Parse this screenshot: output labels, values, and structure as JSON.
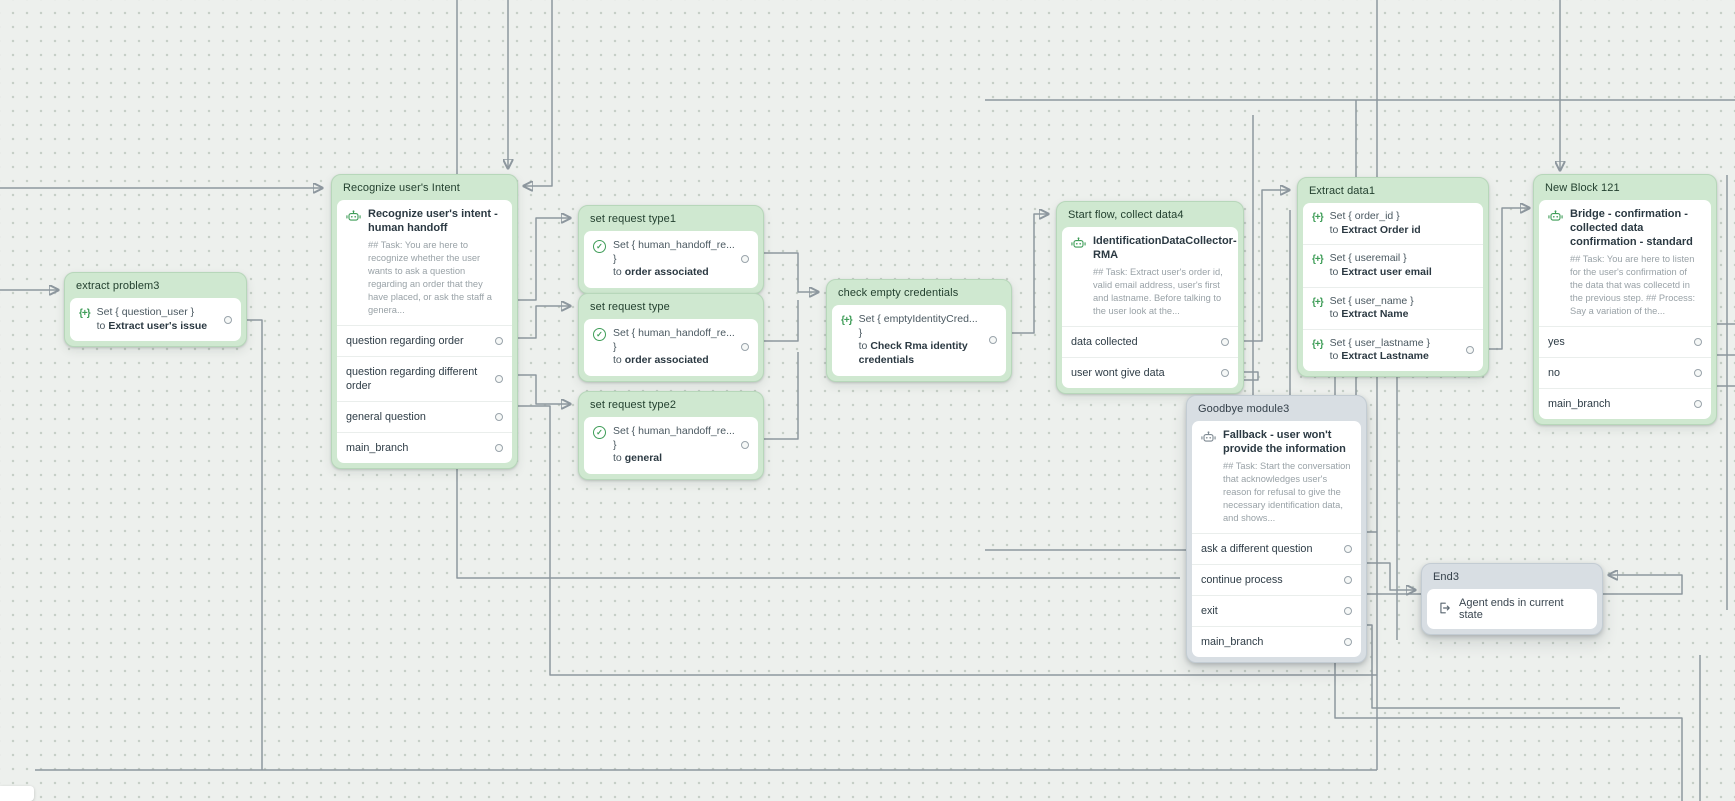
{
  "canvas": {
    "background": "#edf0ed",
    "dot_color": "#c6cfc7",
    "edge_color": "#8d979e",
    "accent_green": "#3f9d58",
    "block_green": "#cfe8d0",
    "block_gray": "#d8dee3"
  },
  "icons": {
    "set_variable": "{+}",
    "check": "✓"
  },
  "blocks": [
    {
      "id": "extract-problem3",
      "title": "extract problem3",
      "variant": "green",
      "items": [
        {
          "icon": "set-variable-icon",
          "line1": "Set { question_user }",
          "to": "to",
          "value": "Extract user's issue",
          "port": true
        }
      ]
    },
    {
      "id": "recognize-users-intent",
      "title": "Recognize user's Intent",
      "variant": "green",
      "agent": {
        "icon": "agent-icon",
        "name": "Recognize user's intent - human handoff",
        "description": "## Task: You are here to recognize whether the user wants to ask a question regarding an order that they have placed, or ask the staff a genera..."
      },
      "branches": [
        {
          "label": "question regarding order",
          "port": true
        },
        {
          "label": "question regarding different order",
          "port": true
        },
        {
          "label": "general question",
          "port": true
        },
        {
          "label": "main_branch",
          "port": true
        }
      ]
    },
    {
      "id": "set-request-type1",
      "title": "set request type1",
      "variant": "green",
      "items": [
        {
          "icon": "check-circle-icon",
          "line1": "Set { human_handoff_re... }",
          "to": "to",
          "value": "order associated",
          "port": true
        }
      ]
    },
    {
      "id": "set-request-type",
      "title": "set request type",
      "variant": "green",
      "items": [
        {
          "icon": "check-circle-icon",
          "line1": "Set { human_handoff_re... }",
          "to": "to",
          "value": "order associated",
          "port": true
        }
      ]
    },
    {
      "id": "set-request-type2",
      "title": "set request type2",
      "variant": "green",
      "items": [
        {
          "icon": "check-circle-icon",
          "line1": "Set { human_handoff_re... }",
          "to": "to",
          "value": "general",
          "port": true
        }
      ]
    },
    {
      "id": "check-empty-credentials",
      "title": "check empty credentials",
      "variant": "green",
      "items": [
        {
          "icon": "set-variable-icon",
          "line1": "Set { emptyIdentityCred... }",
          "to": "to",
          "value": "Check Rma identity credentials",
          "port": true
        }
      ]
    },
    {
      "id": "start-flow-collect-data4",
      "title": "Start flow, collect data4",
      "variant": "green",
      "agent": {
        "icon": "agent-icon",
        "name": "IdentificationDataCollector-RMA",
        "description": "## Task: Extract user's order id, valid email address, user's first and lastname. Before talking to the user look at the..."
      },
      "branches": [
        {
          "label": "data collected",
          "port": true
        },
        {
          "label": "user wont give data",
          "port": true
        }
      ]
    },
    {
      "id": "extract-data1",
      "title": "Extract data1",
      "variant": "green",
      "items": [
        {
          "icon": "set-variable-icon",
          "line1": "Set { order_id }",
          "to": "to",
          "value": "Extract Order id",
          "port": false
        },
        {
          "icon": "set-variable-icon",
          "line1": "Set { useremail }",
          "to": "to",
          "value": "Extract user email",
          "port": false
        },
        {
          "icon": "set-variable-icon",
          "line1": "Set { user_name }",
          "to": "to",
          "value": "Extract Name",
          "port": false
        },
        {
          "icon": "set-variable-icon",
          "line1": "Set { user_lastname }",
          "to": "to",
          "value": "Extract Lastname",
          "port": true
        }
      ]
    },
    {
      "id": "new-block-121",
      "title": "New Block 121",
      "variant": "green",
      "agent": {
        "icon": "agent-icon",
        "name": "Bridge - confirmation - collected data confirmation - standard",
        "description": "## Task: You are here to listen for the user's confirmation of the data that was collecetd in the previous step. ## Process: Say a variation of the..."
      },
      "branches": [
        {
          "label": "yes",
          "port": true
        },
        {
          "label": "no",
          "port": true
        },
        {
          "label": "main_branch",
          "port": true
        }
      ]
    },
    {
      "id": "goodbye-module3",
      "title": "Goodbye module3",
      "variant": "gray",
      "agent": {
        "icon": "agent-icon",
        "name": "Fallback - user won't provide the information",
        "description": "## Task: Start the conversation that acknowledges user's reason for refusal to give the necessary identification data, and shows..."
      },
      "branches": [
        {
          "label": "ask a different question",
          "port": true
        },
        {
          "label": "continue process",
          "port": true
        },
        {
          "label": "exit",
          "port": true
        },
        {
          "label": "main_branch",
          "port": true
        }
      ]
    },
    {
      "id": "end3",
      "title": "End3",
      "variant": "gray",
      "end": {
        "icon": "end-icon",
        "label": "Agent ends in current state"
      }
    }
  ]
}
